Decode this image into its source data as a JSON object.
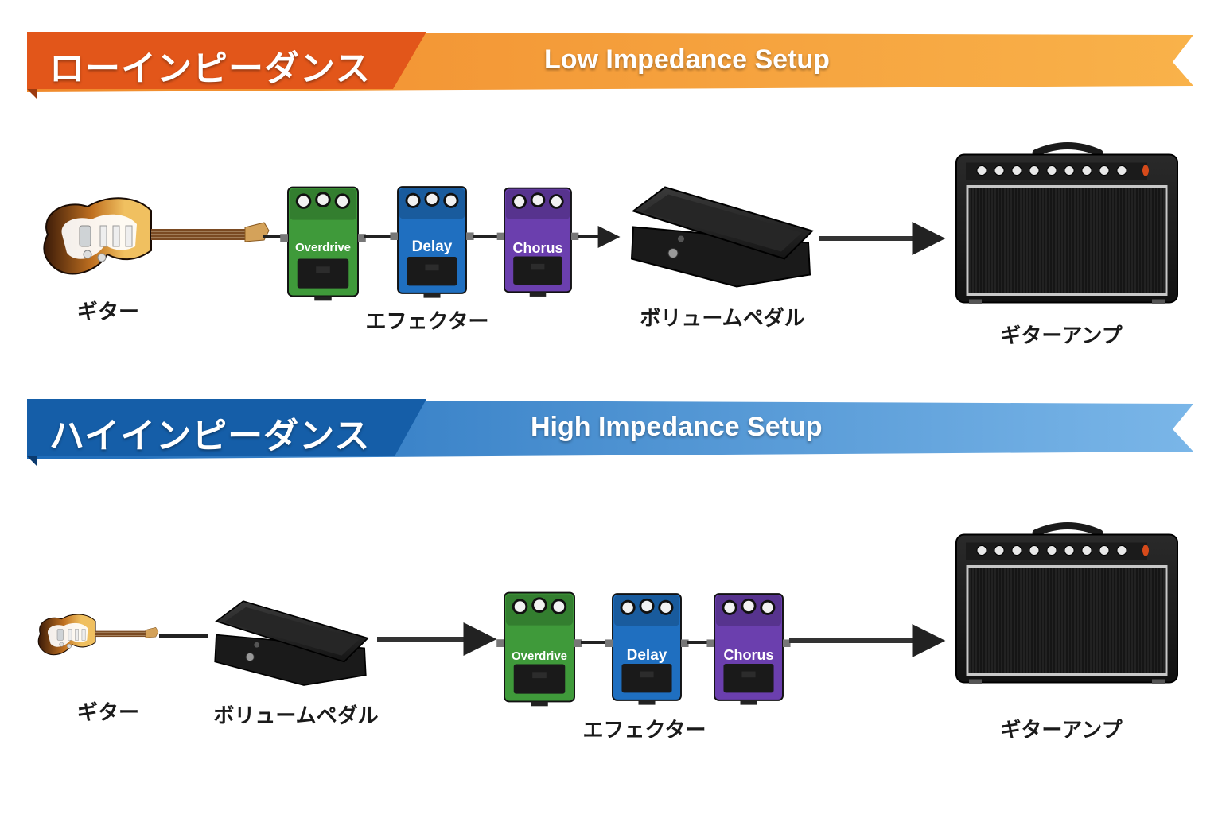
{
  "low": {
    "title_jp": "ローインピーダンス",
    "title_en": "Low Impedance Setup",
    "color_dark": "#e2561a",
    "color_light": "#f7a23a",
    "labels": {
      "guitar": "ギター",
      "effects": "エフェクター",
      "volume_pedal": "ボリュームペダル",
      "amp": "ギターアンプ"
    },
    "pedals": [
      {
        "name": "Overdrive",
        "color": "#3f9a3a"
      },
      {
        "name": "Delay",
        "color": "#1f6fc0"
      },
      {
        "name": "Chorus",
        "color": "#6b3fae"
      }
    ]
  },
  "high": {
    "title_jp": "ハイインピーダンス",
    "title_en": "High Impedance Setup",
    "color_dark": "#155ea8",
    "color_light": "#6eaee3",
    "labels": {
      "guitar": "ギター",
      "volume_pedal": "ボリュームペダル",
      "effects": "エフェクター",
      "amp": "ギターアンプ"
    },
    "pedals": [
      {
        "name": "Overdrive",
        "color": "#3f9a3a"
      },
      {
        "name": "Delay",
        "color": "#1f6fc0"
      },
      {
        "name": "Chorus",
        "color": "#6b3fae"
      }
    ]
  }
}
